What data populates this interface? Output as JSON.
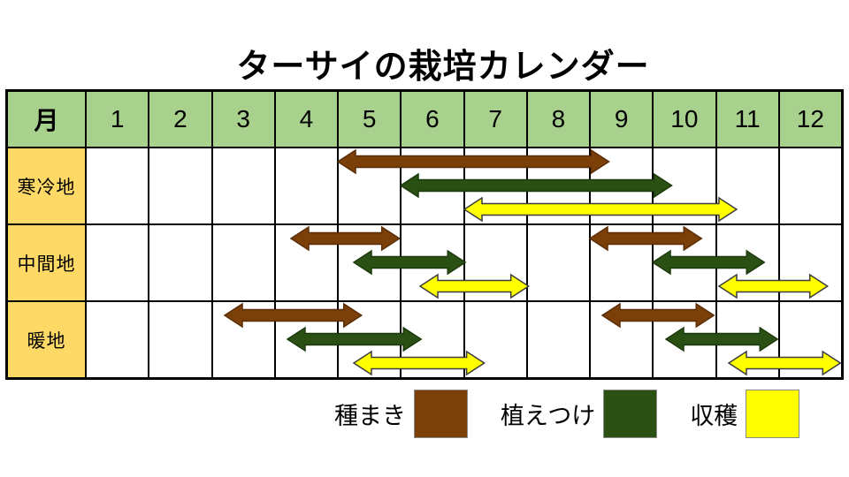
{
  "title": "ターサイの栽培カレンダー",
  "chart_data": {
    "type": "gantt",
    "title": "ターサイの栽培カレンダー",
    "corner_label": "月",
    "months": [
      "1",
      "2",
      "3",
      "4",
      "5",
      "6",
      "7",
      "8",
      "9",
      "10",
      "11",
      "12"
    ],
    "colors": {
      "header_bg": "#A9D18E",
      "row_label_bg": "#FFD966",
      "grid_line": "#000000",
      "cell_bg": "#FFFFFF"
    },
    "legend": [
      {
        "key": "sowing",
        "label": "種まき",
        "color": "#7B3F08",
        "outline": "#5A2E06"
      },
      {
        "key": "planting",
        "label": "植えつけ",
        "color": "#2A5014",
        "outline": "#1D3A0D"
      },
      {
        "key": "harvest",
        "label": "収穫",
        "color": "#FFFF00",
        "outline": "#3D3D3D"
      }
    ],
    "rows": [
      {
        "label": "寒冷地",
        "spans": [
          {
            "type": "種まき",
            "start": 5.0,
            "end": 9.33
          },
          {
            "type": "植えつけ",
            "start": 6.0,
            "end": 10.33
          },
          {
            "type": "収穫",
            "start": 7.0,
            "end": 11.35
          }
        ]
      },
      {
        "label": "中間地",
        "spans": [
          {
            "type": "種まき",
            "start": 4.25,
            "end": 6.0
          },
          {
            "type": "植えつけ",
            "start": 5.25,
            "end": 7.05
          },
          {
            "type": "収穫",
            "start": 6.3,
            "end": 8.05
          },
          {
            "type": "種まき",
            "start": 9.0,
            "end": 10.8
          },
          {
            "type": "植えつけ",
            "start": 10.0,
            "end": 11.8
          },
          {
            "type": "収穫",
            "start": 11.05,
            "end": 12.8
          }
        ]
      },
      {
        "label": "暖地",
        "spans": [
          {
            "type": "種まき",
            "start": 3.2,
            "end": 5.4
          },
          {
            "type": "植えつけ",
            "start": 4.2,
            "end": 6.35
          },
          {
            "type": "収穫",
            "start": 5.25,
            "end": 7.35
          },
          {
            "type": "種まき",
            "start": 9.2,
            "end": 11.0
          },
          {
            "type": "植えつけ",
            "start": 10.2,
            "end": 12.0
          },
          {
            "type": "収穫",
            "start": 11.2,
            "end": 13.0
          }
        ]
      }
    ]
  }
}
